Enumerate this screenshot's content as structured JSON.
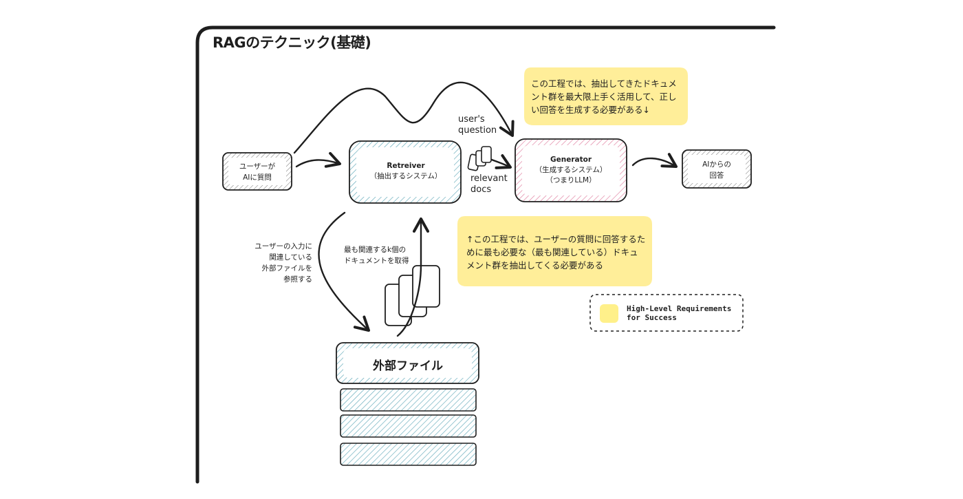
{
  "title": "RAGのテクニック(基礎)",
  "nodes": {
    "user_input": {
      "line1": "ユーザーが",
      "line2": "AIに質問"
    },
    "retriever": {
      "name": "Retreiver",
      "desc": "（抽出するシステム）"
    },
    "generator": {
      "name": "Generator",
      "desc1": "（生成するシステム）",
      "desc2": "（つまりLLM）"
    },
    "ai_answer": {
      "line1": "AIからの",
      "line2": "回答"
    },
    "external_files": {
      "label": "外部ファイル"
    }
  },
  "edge_labels": {
    "users_question": {
      "line1": "user's",
      "line2": "question"
    },
    "relevant_docs": {
      "line1": "relevant",
      "line2": "docs"
    },
    "reference": {
      "line1": "ユーザーの入力に",
      "line2": "関連している",
      "line3": "外部ファイルを",
      "line4": "参照する"
    },
    "retrieve_topk": {
      "line1": "最も関連するk個の",
      "line2": "ドキュメントを取得"
    }
  },
  "notes": {
    "generator_note": "この工程では、抽出してきたドキュメント群を最大限上手く活用して、正しい回答を生成する必要がある↓",
    "retriever_note": "↑この工程では、ユーザーの質問に回答するために最も必要な（最も関連している）ドキュメント群を抽出してくる必要がある"
  },
  "legend": {
    "line1": "High-Level Requirements",
    "line2": "for Success",
    "swatch_color": "#fff08a"
  },
  "colors": {
    "note_fill": "#ffee99",
    "retriever_accent": "#5fa8b8",
    "generator_accent": "#e07fa0",
    "files_accent": "#5fa8b8",
    "stroke": "#1e1e1e"
  }
}
